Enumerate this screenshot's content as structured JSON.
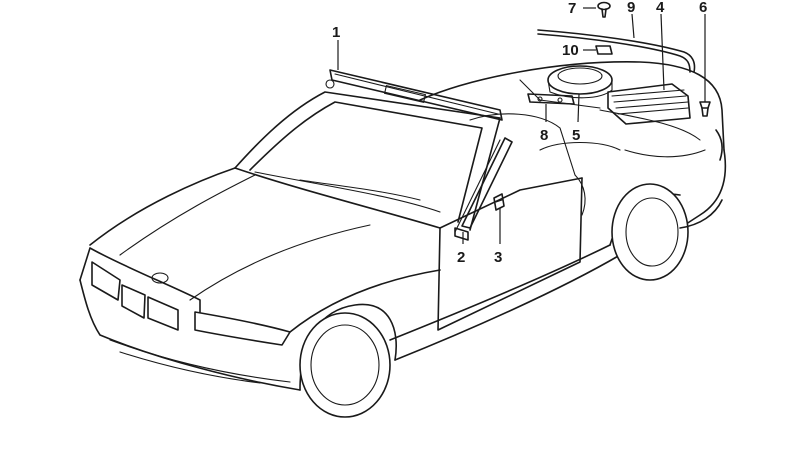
{
  "callouts": [
    {
      "id": "1",
      "text": "1"
    },
    {
      "id": "2",
      "text": "2"
    },
    {
      "id": "3",
      "text": "3"
    },
    {
      "id": "4",
      "text": "4"
    },
    {
      "id": "5",
      "text": "5"
    },
    {
      "id": "6",
      "text": "6"
    },
    {
      "id": "7",
      "text": "7"
    },
    {
      "id": "8",
      "text": "8"
    },
    {
      "id": "9",
      "text": "9"
    },
    {
      "id": "10",
      "text": "10"
    }
  ],
  "colors": {
    "ink": "#1a1a1a",
    "background": "#ffffff"
  }
}
